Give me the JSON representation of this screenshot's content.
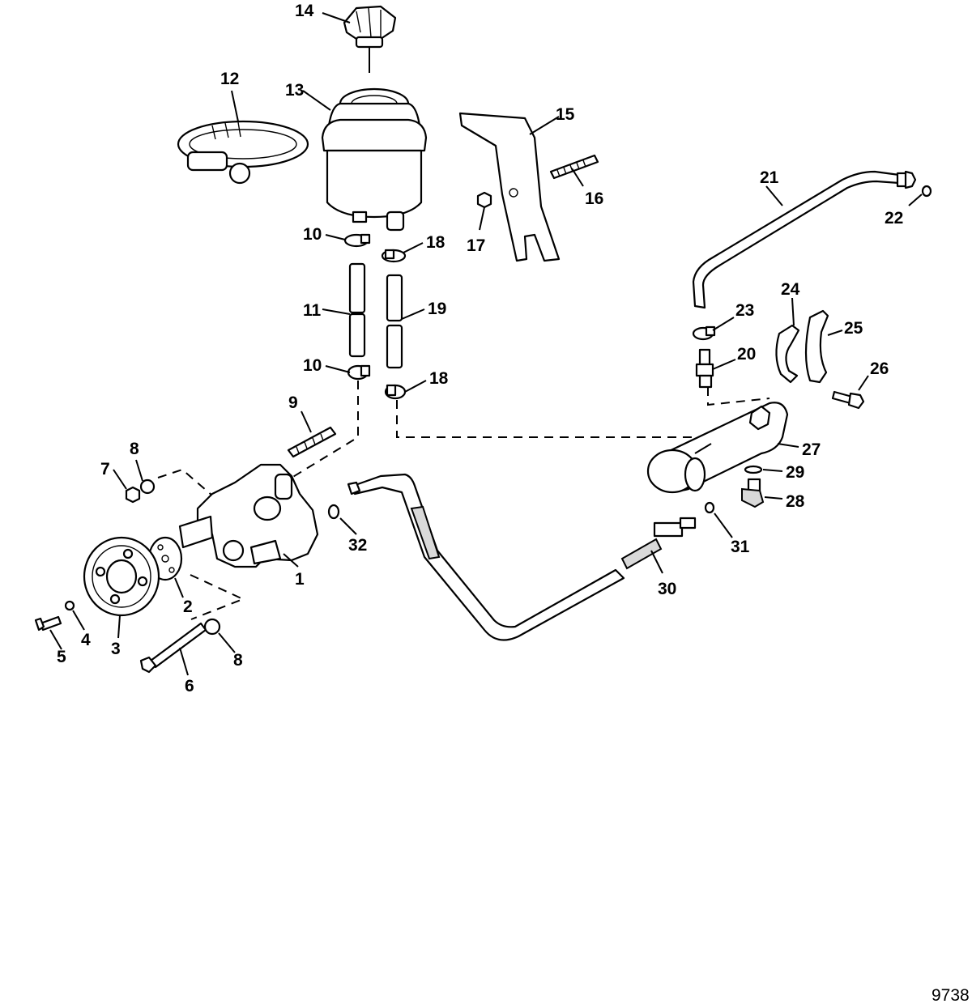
{
  "figure_id": "9738",
  "callouts": [
    "1",
    "2",
    "3",
    "4",
    "5",
    "6",
    "7",
    "8",
    "8",
    "9",
    "10",
    "10",
    "11",
    "12",
    "13",
    "14",
    "15",
    "16",
    "17",
    "18",
    "18",
    "19",
    "20",
    "21",
    "22",
    "23",
    "24",
    "25",
    "26",
    "27",
    "28",
    "29",
    "30",
    "31",
    "32"
  ],
  "colors": {
    "line": "#000000",
    "background": "#ffffff",
    "shade": "#d9d9d9"
  }
}
